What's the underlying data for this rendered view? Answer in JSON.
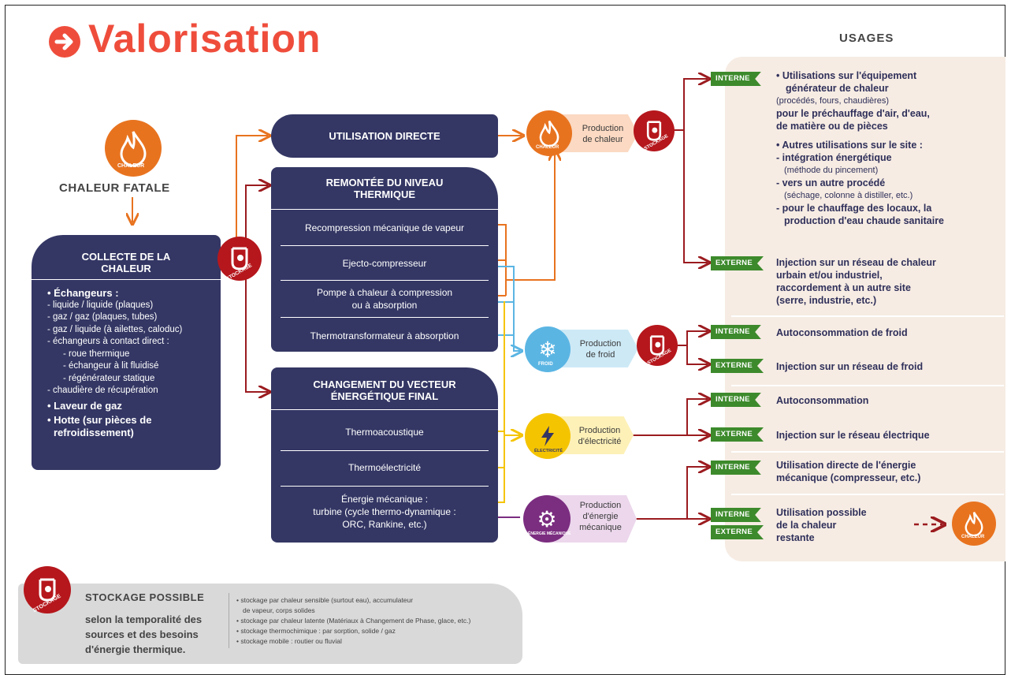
{
  "title": "Valorisation",
  "usages_title": "USAGES",
  "source": {
    "icon_label": "CHALEUR",
    "title": "CHALEUR FATALE"
  },
  "storage_icon_label": "STOCKAGE",
  "collect": {
    "title_line1": "COLLECTE DE LA",
    "title_line2": "CHALEUR",
    "echangeurs_heading": "• Échangeurs :",
    "lines": [
      "- liquide / liquide (plaques)",
      "- gaz / gaz (plaques, tubes)",
      "- gaz / liquide (à ailettes, caloduc)",
      "- échangeurs à contact direct :",
      "- roue thermique",
      "- échangeur à lit fluidisé",
      "- régénérateur statique",
      "- chaudière de récupération"
    ],
    "laveur": "• Laveur de gaz",
    "hotte_line1": "• Hotte (sur pièces de",
    "hotte_line2": "refroidissement)"
  },
  "direct": {
    "title": "UTILISATION DIRECTE"
  },
  "remontee": {
    "title_line1": "REMONTÉE DU NIVEAU",
    "title_line2": "THERMIQUE",
    "items": [
      "Recompression mécanique de vapeur",
      "Ejecto-compresseur",
      "Pompe à chaleur à compression",
      "ou à absorption",
      "Thermotransformateur à absorption"
    ]
  },
  "changement": {
    "title_line1": "CHANGEMENT DU VECTEUR",
    "title_line2": "ÉNERGÉTIQUE FINAL",
    "items": [
      "Thermoacoustique",
      "Thermoélectricité",
      "Énergie mécanique :",
      "turbine (cycle thermo-dynamique :",
      "ORC, Rankine, etc.)"
    ]
  },
  "productions": {
    "chaleur": {
      "icon": "CHALEUR",
      "line1": "Production",
      "line2": "de chaleur"
    },
    "froid": {
      "icon": "FROID",
      "line1": "Production",
      "line2": "de froid"
    },
    "electricite": {
      "icon": "ÉLECTRICITÉ",
      "line1": "Production",
      "line2": "d'électricité"
    },
    "mecanique": {
      "icon": "ÉNERGIE MÉCANIQUE",
      "line1": "Production",
      "line2": "d'énergie",
      "line3": "mécanique"
    }
  },
  "tags": {
    "interne": "INTERNE",
    "externe": "EXTERNE"
  },
  "usages": {
    "chaleur_interne": {
      "l1": "• Utilisations sur l'équipement",
      "l2": "générateur de chaleur",
      "l3": "(procédés, fours, chaudières)",
      "l4": "pour le préchauffage d'air, d'eau,",
      "l5": "de matière ou de pièces",
      "l6": "• Autres utilisations sur le site :",
      "l7": "- intégration énergétique",
      "l8": "(méthode du pincement)",
      "l9": "- vers un autre procédé",
      "l10": "(séchage, colonne à distiller, etc.)",
      "l11": "- pour le chauffage des locaux, la",
      "l12": "production d'eau chaude sanitaire"
    },
    "chaleur_externe": {
      "l1": "Injection sur un réseau de chaleur",
      "l2": "urbain et/ou industriel,",
      "l3": "raccordement à un autre site",
      "l4": "(serre, industrie, etc.)"
    },
    "froid_interne": "Autoconsommation de froid",
    "froid_externe": "Injection sur un réseau de froid",
    "elec_interne": "Autoconsommation",
    "elec_externe": "Injection sur le réseau électrique",
    "meca_interne_l1": "Utilisation directe de l'énergie",
    "meca_interne_l2": "mécanique (compresseur, etc.)",
    "restante_l1": "Utilisation possible",
    "restante_l2": "de la chaleur",
    "restante_l3": "restante",
    "restante_icon": "CHALEUR"
  },
  "storage": {
    "icon_label": "STOCKAGE",
    "title": "STOCKAGE POSSIBLE",
    "sub_l1": "selon la temporalité des",
    "sub_l2": "sources et des besoins",
    "sub_l3": "d'énergie thermique.",
    "items": [
      "• stockage par chaleur sensible (surtout eau), accumulateur",
      "de vapeur, corps solides",
      "• stockage par chaleur latente (Matériaux à Changement de Phase, glace, etc.)",
      "• stockage thermochimique : par sorption, solide / gaz",
      "• stockage mobile : routier ou fluvial"
    ]
  },
  "colors": {
    "navy": "#343764",
    "orange": "#e8731f",
    "red": "#ef4d3c",
    "darkred": "#9b1b1f",
    "green": "#3d8a2c",
    "blue": "#5bb5e3",
    "yellow": "#f5c400",
    "purple": "#7b2d80",
    "usage_bg": "#f6ece3"
  }
}
